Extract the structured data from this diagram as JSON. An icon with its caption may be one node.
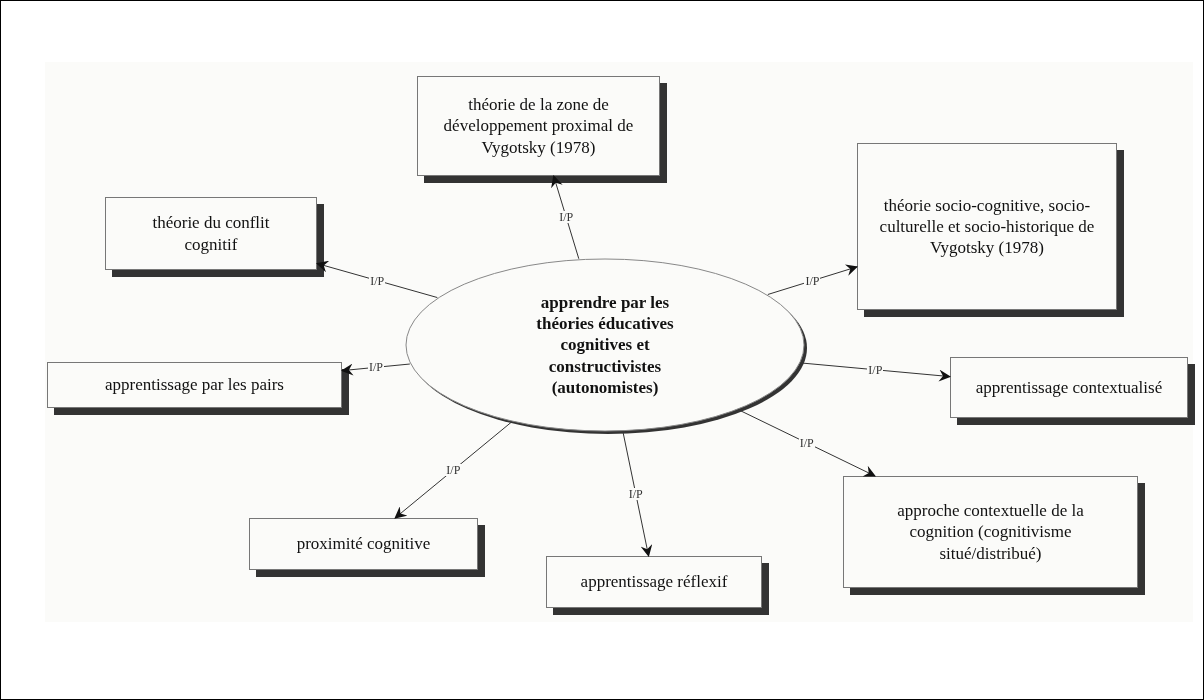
{
  "diagram": {
    "nodes": [
      {
        "text": [
          "apprendre par les théories éducatives cognitives et constructivistes (autonomistes)"
        ]
      },
      {
        "text": [
          "théorie de la zone de développement proximal de Vygotsky (1978)"
        ]
      },
      {
        "text": [
          "théorie socio-cognitive, socio-culturelle et socio-historique de Vygotsky (1978)"
        ]
      },
      {
        "text": [
          "théorie du conflit cognitif"
        ]
      },
      {
        "text": [
          "apprentissage par les pairs"
        ]
      },
      {
        "text": [
          "apprentissage contextualisé"
        ]
      },
      {
        "text": [
          "approche contextuelle de la cognition (cognitivisme situé/distribué)"
        ]
      },
      {
        "text": [
          "proximité cognitive"
        ]
      },
      {
        "text": [
          "apprentissage réflexif"
        ]
      }
    ],
    "edges": [
      {
        "from": 0,
        "to": 1,
        "arrow": "to",
        "label": "I/P"
      },
      {
        "from": 0,
        "to": 2,
        "arrow": "to",
        "label": "I/P"
      },
      {
        "from": 0,
        "to": 3,
        "arrow": "to",
        "label": "I/P"
      },
      {
        "from": 0,
        "to": 4,
        "arrow": "to",
        "label": "I/P"
      },
      {
        "from": 0,
        "to": 5,
        "arrow": "to",
        "label": "I/P"
      },
      {
        "from": 0,
        "to": 6,
        "arrow": "to",
        "label": "I/P"
      },
      {
        "from": 0,
        "to": 7,
        "arrow": "to",
        "label": "I/P"
      },
      {
        "from": 0,
        "to": 8,
        "arrow": "to",
        "label": "I/P"
      }
    ]
  }
}
